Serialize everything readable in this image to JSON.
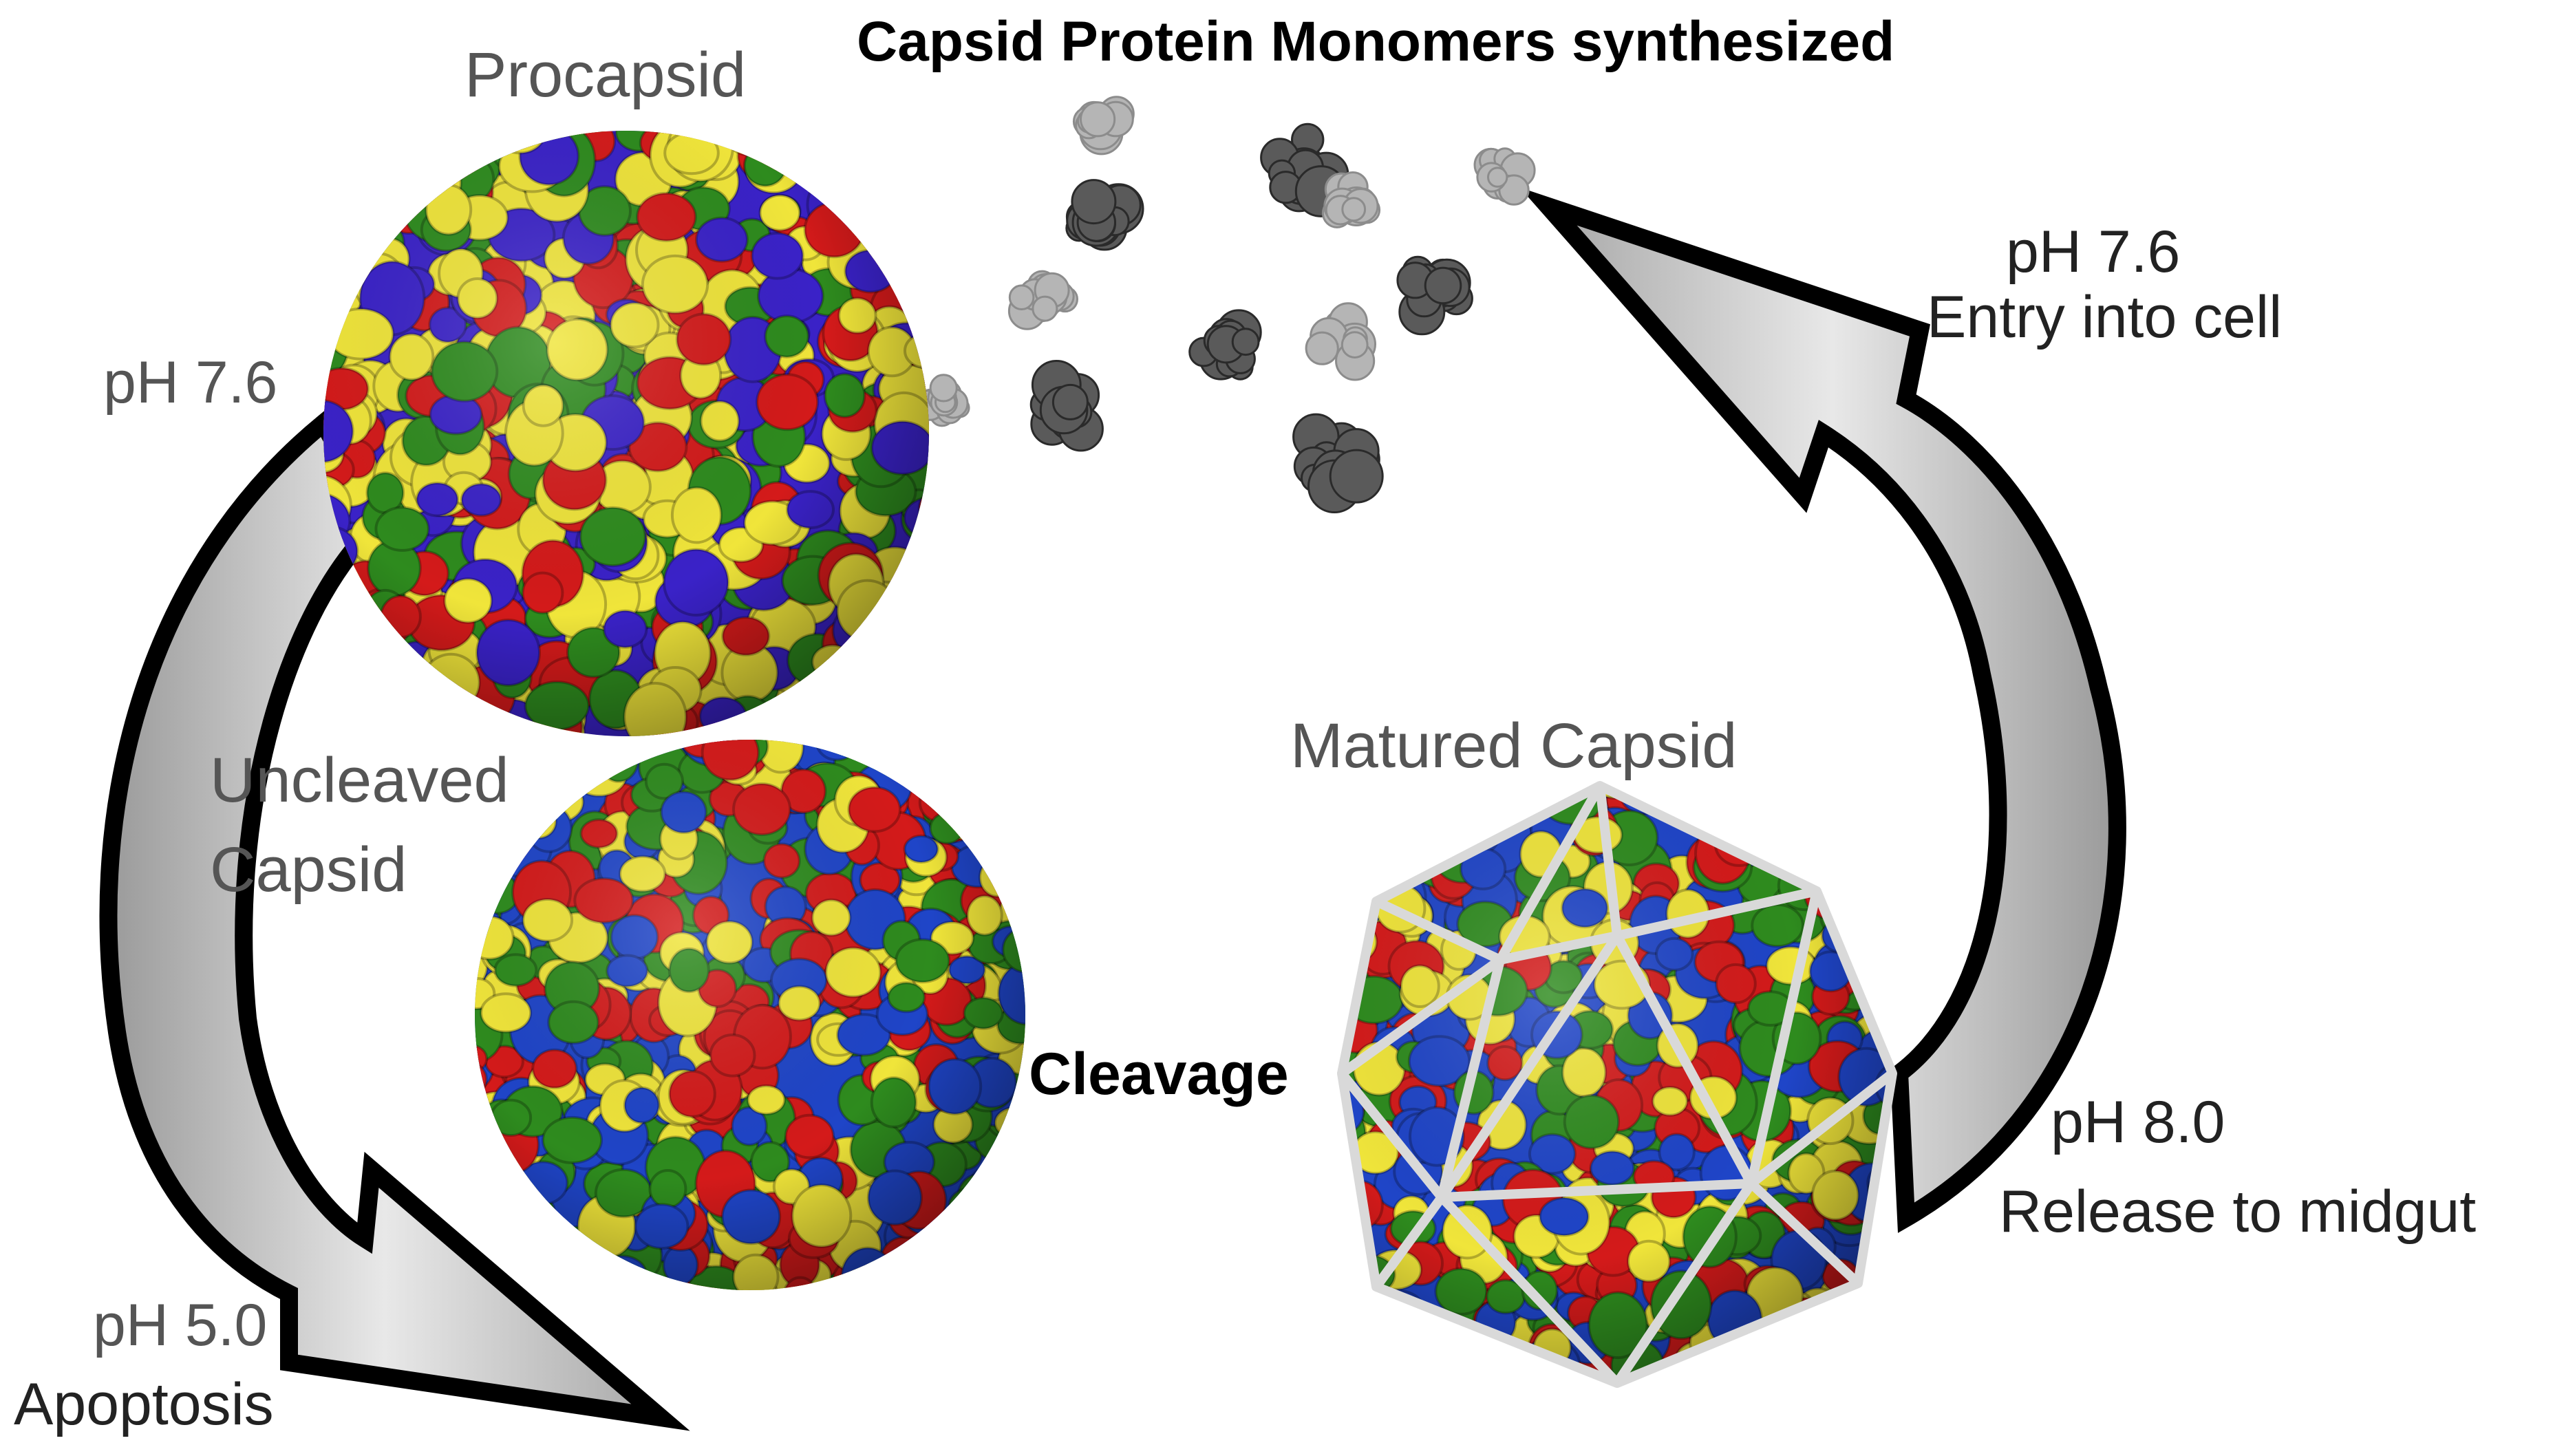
{
  "labels": {
    "title": "Capsid Protein Monomers synthesized",
    "procapsid": "Procapsid",
    "uncleaved_line1": "Uncleaved",
    "uncleaved_line2": "Capsid",
    "matured": "Matured Capsid",
    "cleavage": "Cleavage",
    "ph_left": "pH 7.6",
    "ph_bottom_left": "pH 5.0",
    "apoptosis": "Apoptosis",
    "ph_top_right": "pH 7.6",
    "entry": "Entry into cell",
    "ph_right": "pH 8.0",
    "release": "Release to midgut"
  },
  "colors": {
    "red": "#d41a1a",
    "blue_procapsid": "#3a22c8",
    "blue": "#1f45c8",
    "green": "#2e8b1e",
    "yellow": "#f0e53a",
    "arrow_fill": "#cfcfcf",
    "arrow_stroke": "#000000",
    "monomer_dark": "#5a5a5a",
    "monomer_light": "#b5b5b5"
  },
  "icons": {
    "procapsid": "procapsid-sphere-icon",
    "uncleaved": "uncleaved-capsid-sphere-icon",
    "matured": "matured-capsid-icosahedron-icon",
    "monomer": "capsid-monomer-icon",
    "left_arrow": "curved-arrow-down-icon",
    "right_arrow": "curved-arrow-up-icon"
  }
}
